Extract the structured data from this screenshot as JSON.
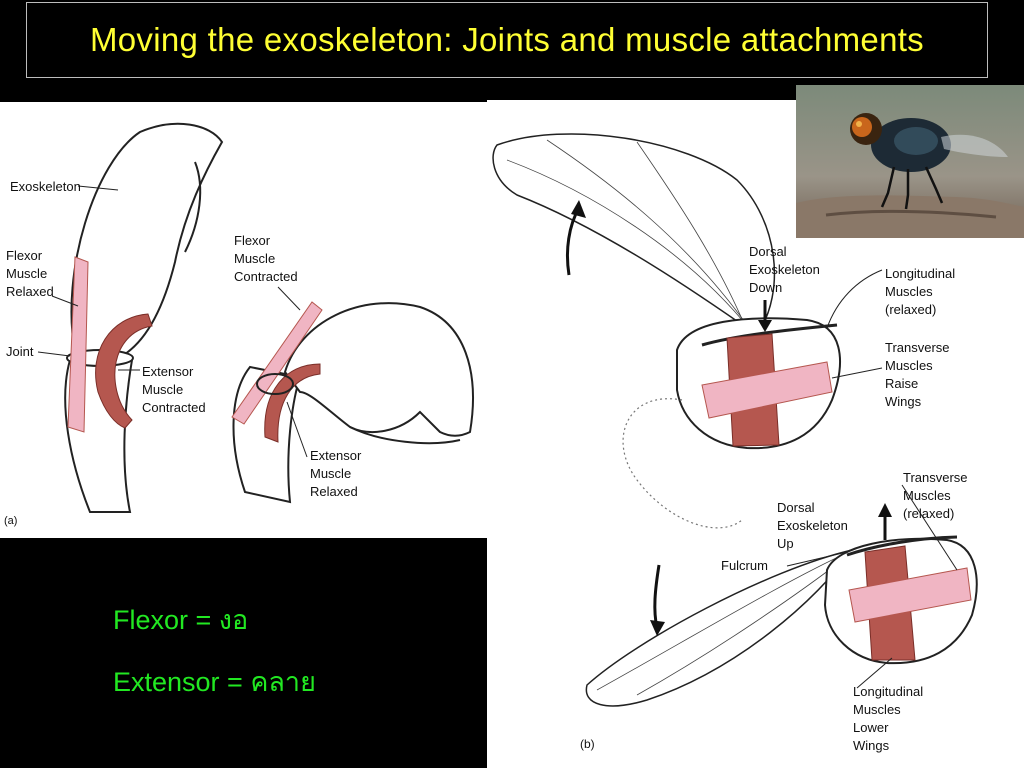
{
  "slide": {
    "title": "Moving the exoskeleton: Joints and muscle attachments"
  },
  "figure_a": {
    "panel_label": "(a)",
    "labels": {
      "exoskeleton": "Exoskeleton",
      "flexor_relaxed": [
        "Flexor",
        "Muscle",
        "Relaxed"
      ],
      "joint": "Joint",
      "extensor_contracted": [
        "Extensor",
        "Muscle",
        "Contracted"
      ],
      "flexor_contracted": [
        "Flexor",
        "Muscle",
        "Contracted"
      ],
      "extensor_relaxed": [
        "Extensor",
        "Muscle",
        "Relaxed"
      ]
    }
  },
  "figure_b": {
    "panel_label": "(b)",
    "labels": {
      "dorsal_down": [
        "Dorsal",
        "Exoskeleton",
        "Down"
      ],
      "longitudinal_relaxed": [
        "Longitudinal",
        "Muscles",
        "(relaxed)"
      ],
      "transverse_raise": [
        "Transverse",
        "Muscles",
        "Raise",
        "Wings"
      ],
      "transverse_relaxed": [
        "Transverse",
        "Muscles",
        "(relaxed)"
      ],
      "dorsal_up": [
        "Dorsal",
        "Exoskeleton",
        "Up"
      ],
      "fulcrum": "Fulcrum",
      "longitudinal_lower": [
        "Longitudinal",
        "Muscles",
        "Lower",
        "Wings"
      ]
    }
  },
  "legend": {
    "flexor": "Flexor = งอ",
    "extensor": "Extensor = คลาย"
  },
  "colors": {
    "title": "#ffff33",
    "legend": "#22e822",
    "muscle_dark": "#b5574f",
    "muscle_light": "#f0b5c3"
  }
}
